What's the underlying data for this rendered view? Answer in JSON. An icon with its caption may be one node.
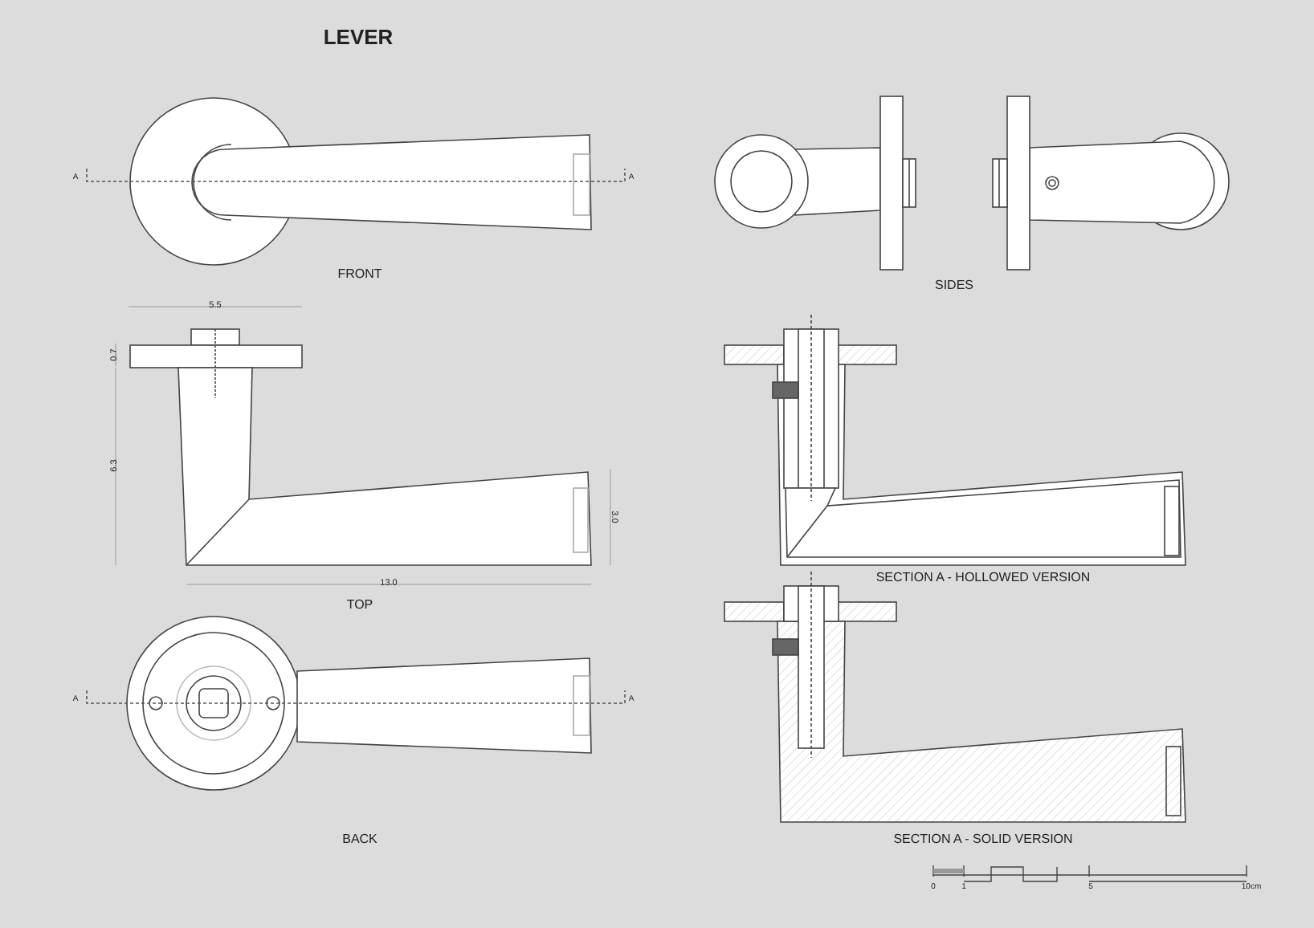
{
  "diagram": {
    "title": "LEVER",
    "labels": [
      "A",
      "A",
      "FRONT",
      "SIDES",
      "5.5",
      "0.7",
      "6.3",
      "3.0",
      "13.0",
      "TOP",
      "SECTION A - HOLLOWED VERSION",
      "A",
      "A",
      "BACK",
      "SECTION A - SOLID VERSION",
      "0",
      "1",
      "5",
      "10cm"
    ]
  }
}
